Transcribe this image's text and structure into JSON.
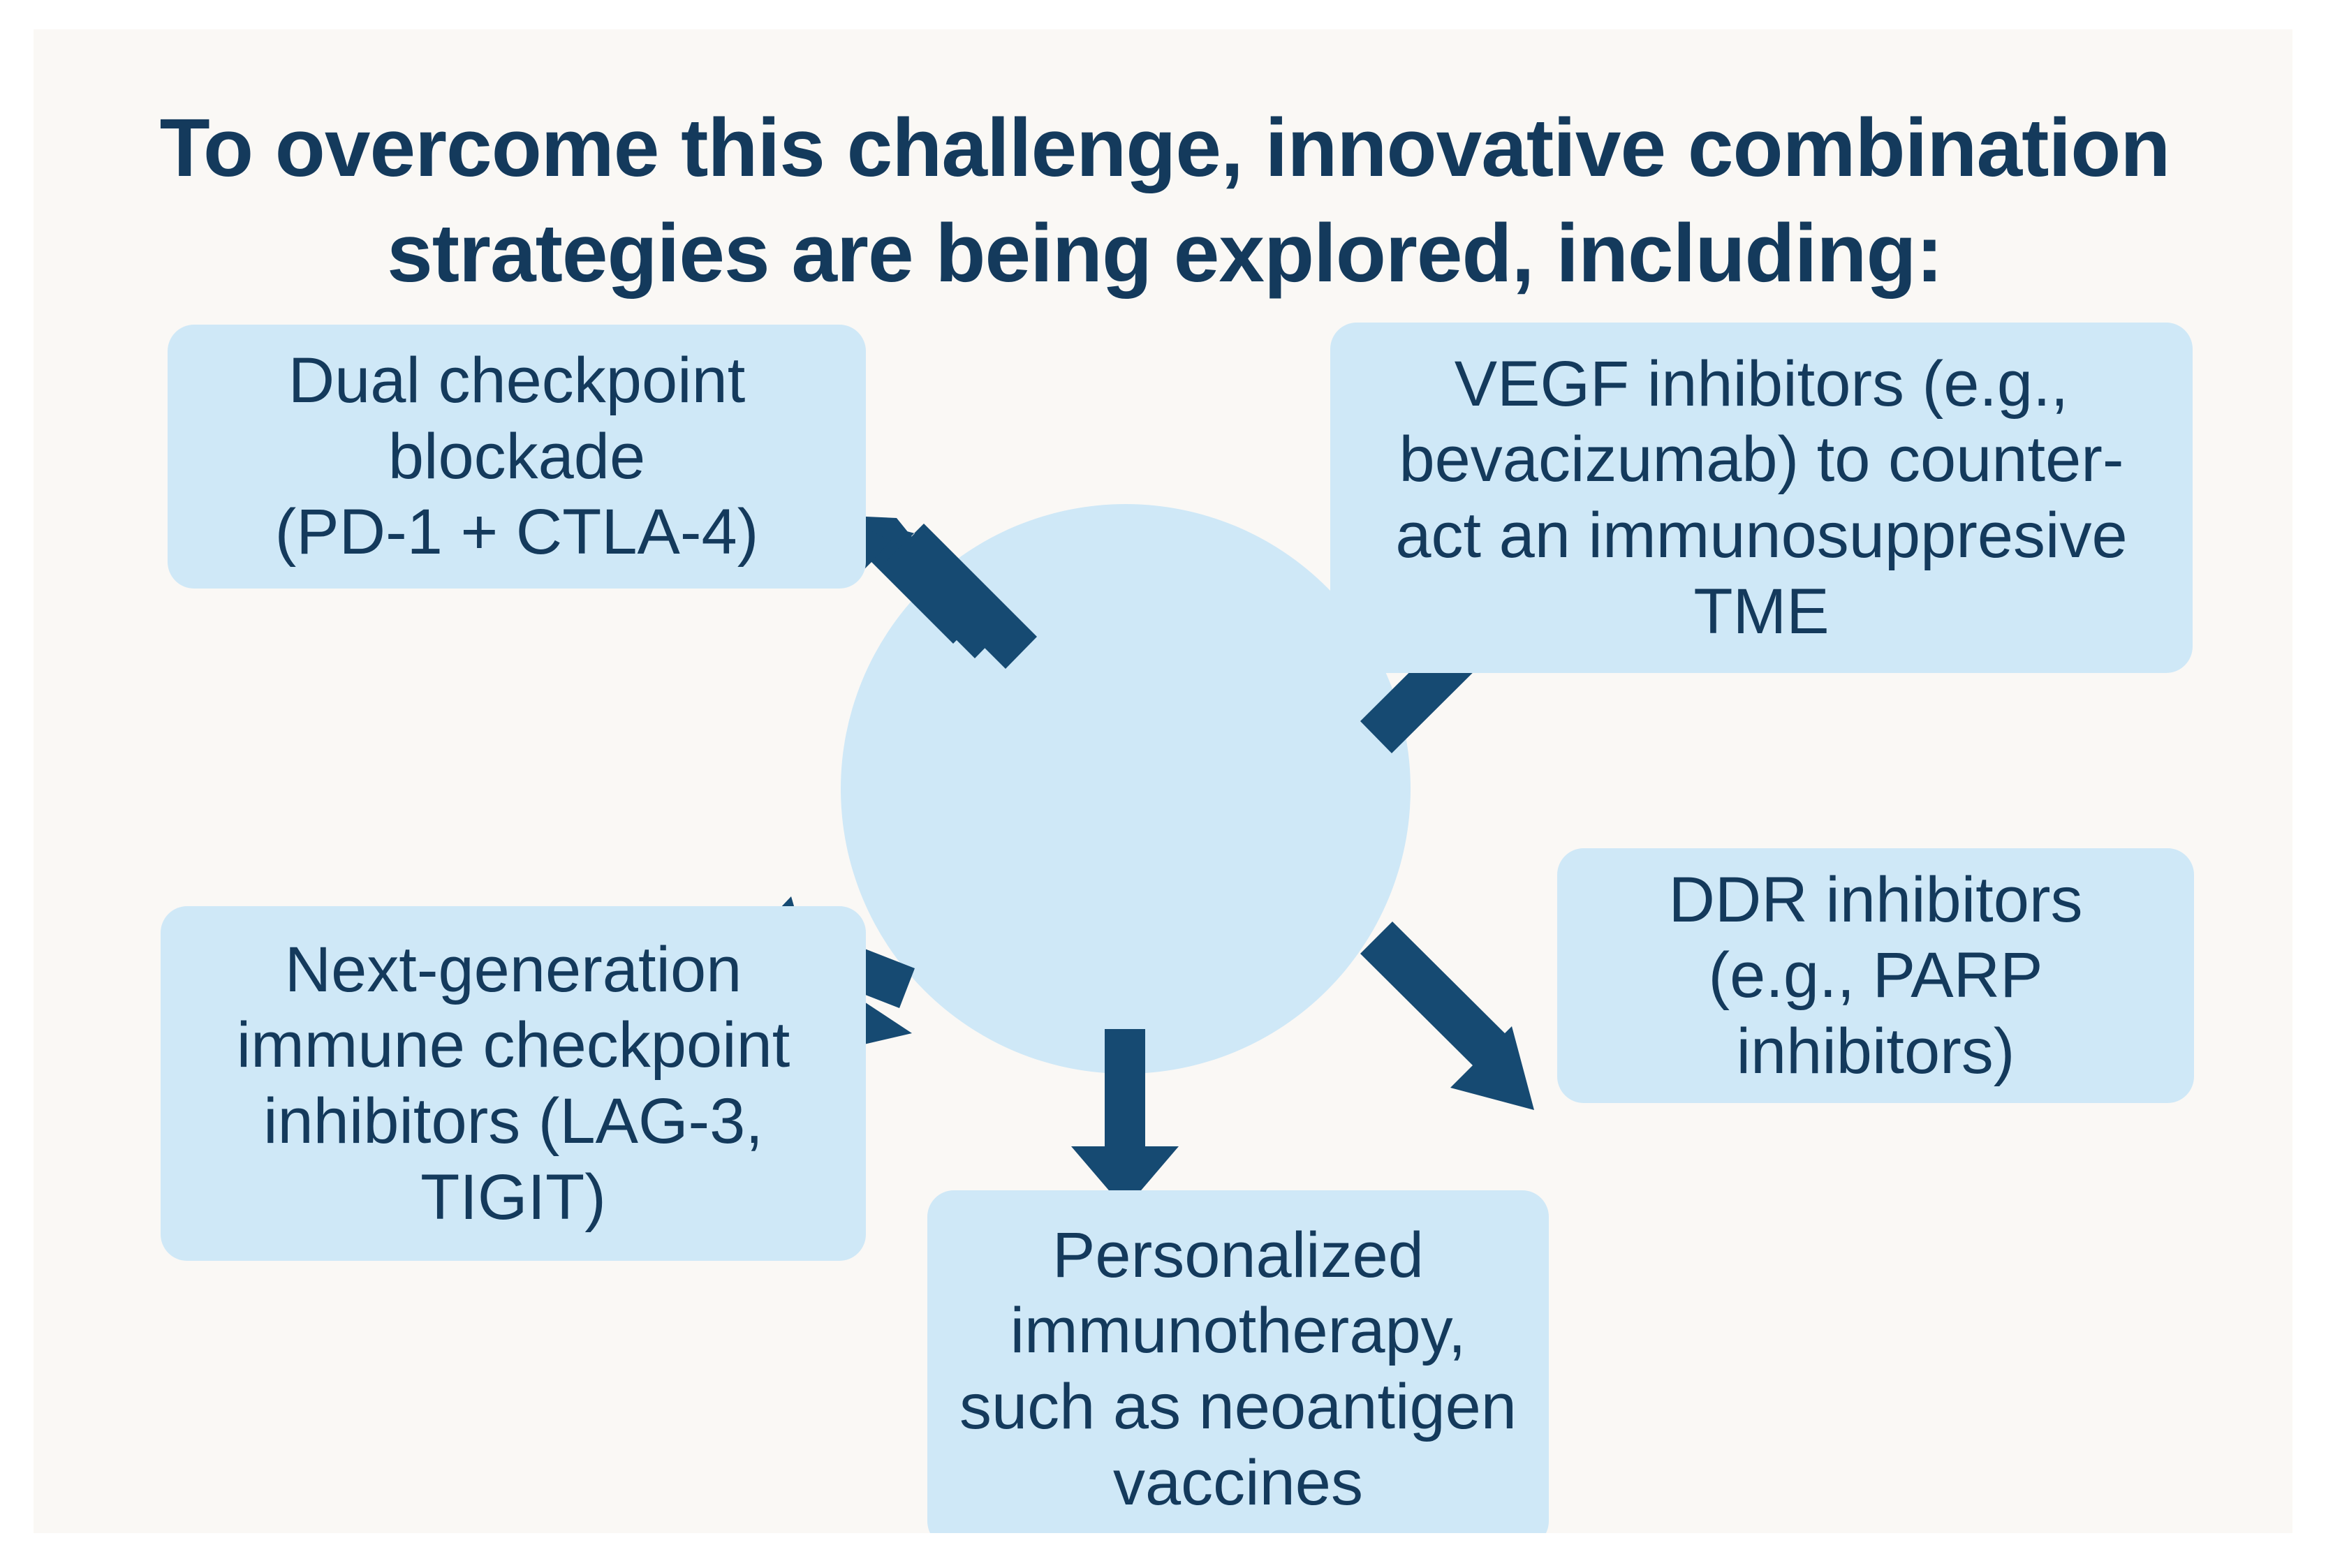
{
  "page": {
    "background_color": "#faf8f5",
    "accent_box_color": "#cfe8f7",
    "accent_text_color": "#143a5c",
    "arrow_color": "#164a72"
  },
  "title": {
    "text": "To overcome this challenge, innovative combination\nstrategies are being explored, including:"
  },
  "hub": {
    "label": ""
  },
  "nodes": [
    {
      "id": "dual-checkpoint-blockade",
      "text": "Dual checkpoint\nblockade\n(PD-1 + CTLA-4)",
      "position": "top-left"
    },
    {
      "id": "vegf-inhibitors",
      "text": "VEGF inhibitors (e.g.,\nbevacizumab) to counter-\nact an immunosuppresive\nTME",
      "position": "top-right"
    },
    {
      "id": "ddr-inhibitors",
      "text": "DDR inhibitors\n(e.g., PARP\ninhibitors)",
      "position": "middle-right"
    },
    {
      "id": "next-generation-checkpoint-inhibitors",
      "text": "Next-generation\nimmune checkpoint\ninhibitors (LAG-3,\nTIGIT)",
      "position": "middle-left"
    },
    {
      "id": "personalized-immunotherapy",
      "text": "Personalized\nimmunotherapy,\nsuch as neoantigen\nvaccines",
      "position": "bottom-center"
    }
  ],
  "arrows": [
    {
      "id": "arrow-to-dual-checkpoint-blockade",
      "direction": "up-left"
    },
    {
      "id": "arrow-to-vegf-inhibitors",
      "direction": "up-right"
    },
    {
      "id": "arrow-to-ddr-inhibitors",
      "direction": "down-right"
    },
    {
      "id": "arrow-to-next-generation-checkpoint-inhibitors",
      "direction": "left"
    },
    {
      "id": "arrow-to-personalized-immunotherapy",
      "direction": "down"
    }
  ]
}
